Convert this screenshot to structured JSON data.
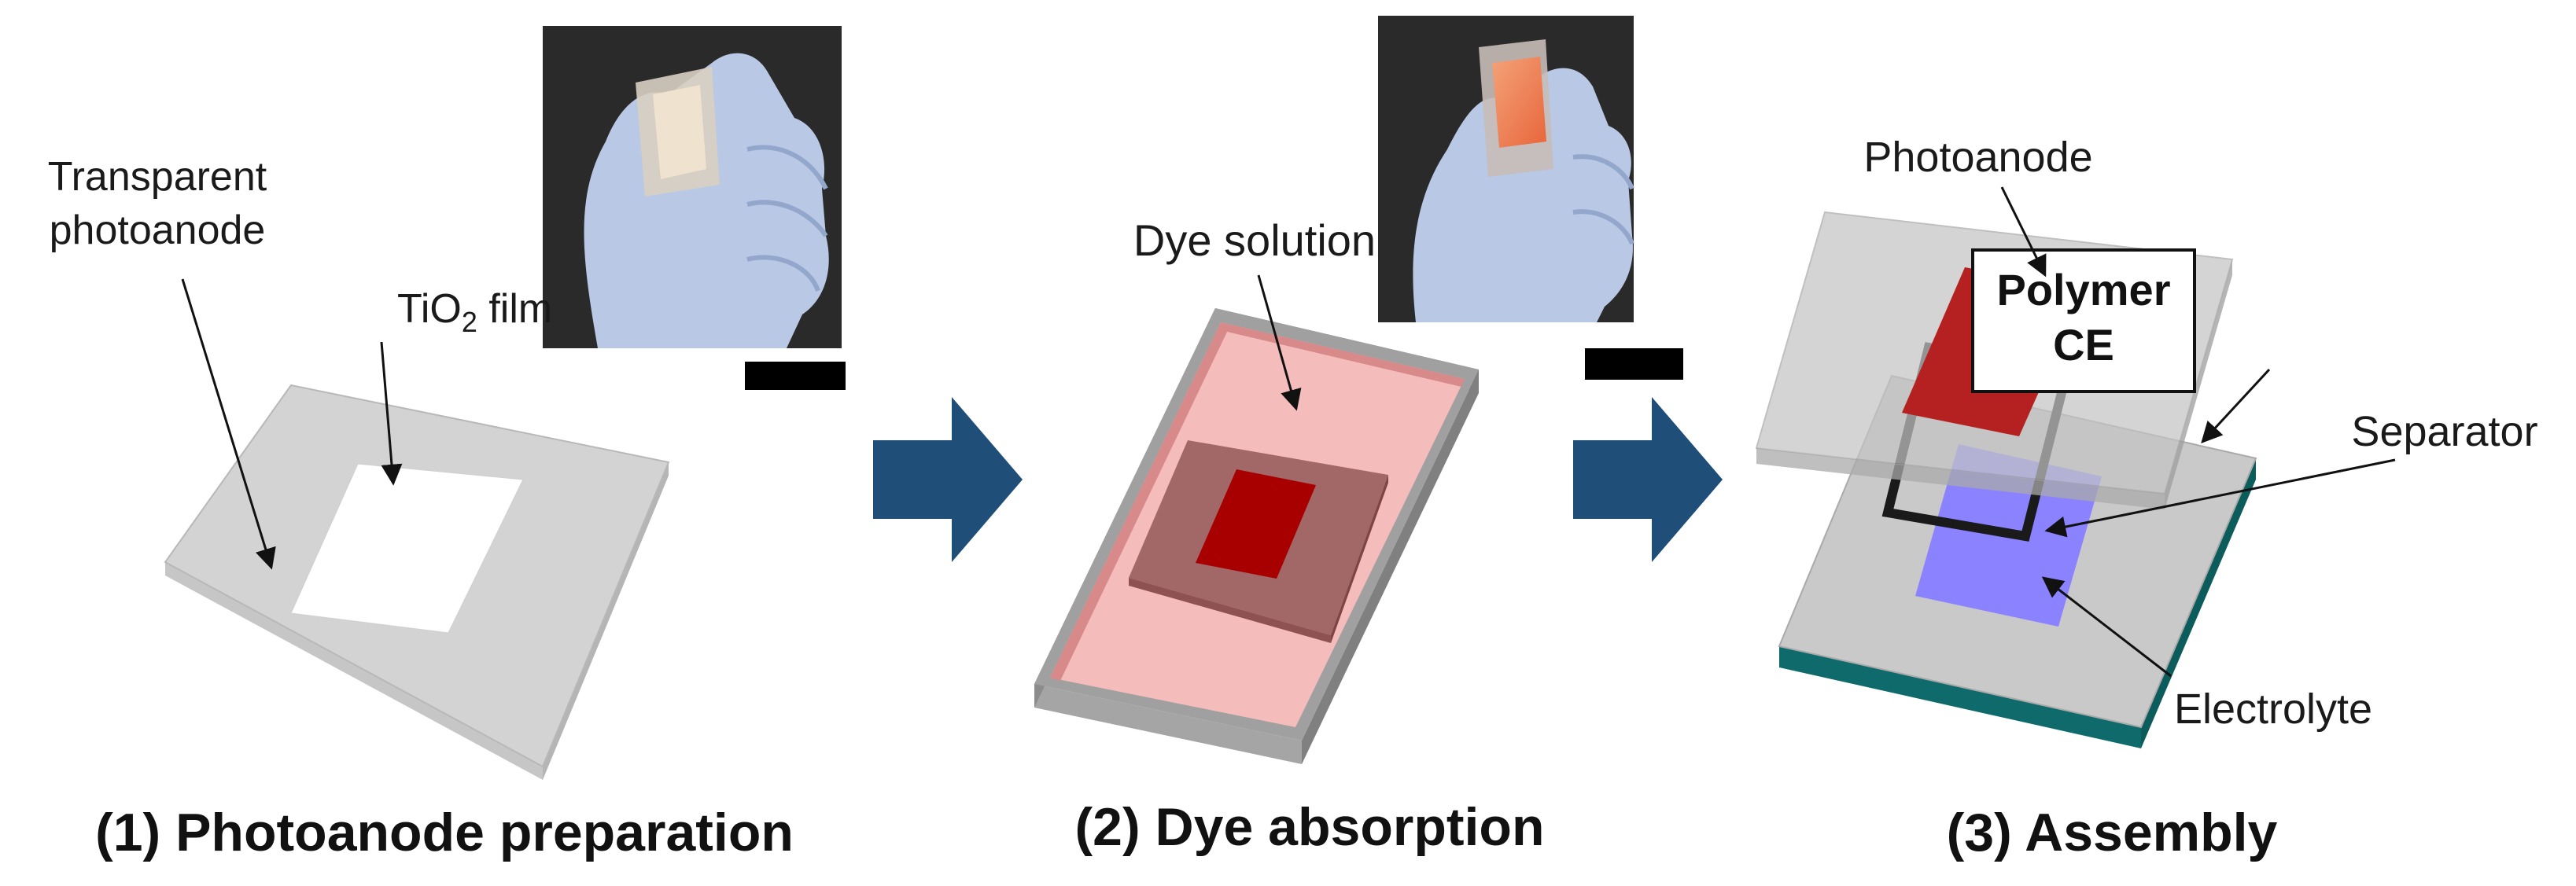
{
  "panels": [
    {
      "caption": "(1) Photoanode preparation",
      "labels": {
        "transparent_line1": "Transparent",
        "transparent_line2": "photoanode",
        "tio2_prefix": "TiO",
        "tio2_sub": "2",
        "tio2_suffix": " film"
      }
    },
    {
      "caption": "(2) Dye absorption",
      "labels": {
        "dye_solution": "Dye solution"
      }
    },
    {
      "caption": "(3) Assembly",
      "labels": {
        "photoanode": "Photoanode",
        "polymer_ce_line1": "Polymer",
        "polymer_ce_line2": "CE",
        "separator": "Separator",
        "electrolyte": "Electrolyte"
      }
    }
  ],
  "colors": {
    "glass": "#d0d0d0",
    "glass_edge": "#b0b0b0",
    "dye_pink": "#f5bcbc",
    "dye_film": "#a80000",
    "photoanode_red": "#b52020",
    "electrolyte_blue": "#8a82ff",
    "ce_teal": "#0f6b6b",
    "arrow_blue": "#1f4e79"
  },
  "icons": [
    "arrow-right-icon",
    "arrow-right-icon"
  ]
}
